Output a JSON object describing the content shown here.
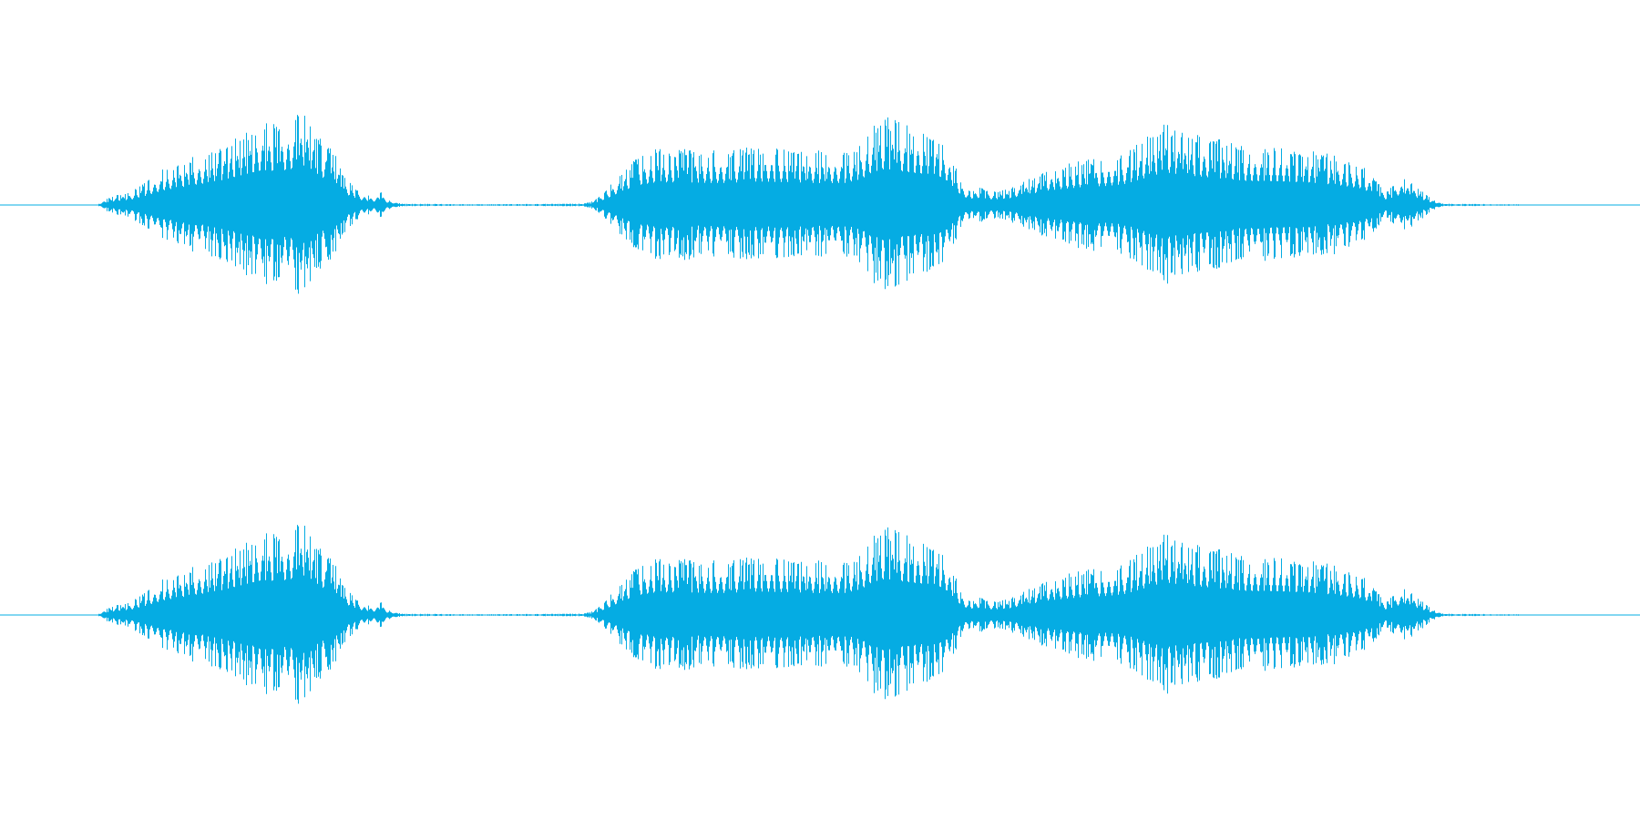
{
  "waveform": {
    "color": "#05ace3",
    "channels": [
      "left",
      "right"
    ],
    "envelope": [
      [
        0.0,
        0.0
      ],
      [
        0.059,
        0.0
      ],
      [
        0.062,
        0.03
      ],
      [
        0.07,
        0.07
      ],
      [
        0.08,
        0.1
      ],
      [
        0.09,
        0.18
      ],
      [
        0.1,
        0.27
      ],
      [
        0.11,
        0.32
      ],
      [
        0.12,
        0.37
      ],
      [
        0.13,
        0.41
      ],
      [
        0.14,
        0.48
      ],
      [
        0.15,
        0.55
      ],
      [
        0.16,
        0.62
      ],
      [
        0.17,
        0.6
      ],
      [
        0.18,
        0.66
      ],
      [
        0.186,
        0.72
      ],
      [
        0.192,
        0.55
      ],
      [
        0.2,
        0.45
      ],
      [
        0.205,
        0.37
      ],
      [
        0.21,
        0.2
      ],
      [
        0.22,
        0.09
      ],
      [
        0.228,
        0.06
      ],
      [
        0.232,
        0.1
      ],
      [
        0.236,
        0.04
      ],
      [
        0.245,
        0.01
      ],
      [
        0.29,
        0.005
      ],
      [
        0.355,
        0.01
      ],
      [
        0.362,
        0.03
      ],
      [
        0.37,
        0.12
      ],
      [
        0.38,
        0.26
      ],
      [
        0.39,
        0.36
      ],
      [
        0.4,
        0.41
      ],
      [
        0.42,
        0.41
      ],
      [
        0.44,
        0.4
      ],
      [
        0.46,
        0.43
      ],
      [
        0.48,
        0.42
      ],
      [
        0.5,
        0.4
      ],
      [
        0.515,
        0.4
      ],
      [
        0.525,
        0.47
      ],
      [
        0.532,
        0.6
      ],
      [
        0.54,
        0.65
      ],
      [
        0.55,
        0.6
      ],
      [
        0.56,
        0.56
      ],
      [
        0.57,
        0.55
      ],
      [
        0.578,
        0.42
      ],
      [
        0.585,
        0.2
      ],
      [
        0.59,
        0.11
      ],
      [
        0.597,
        0.13
      ],
      [
        0.605,
        0.1
      ],
      [
        0.615,
        0.12
      ],
      [
        0.625,
        0.18
      ],
      [
        0.64,
        0.27
      ],
      [
        0.66,
        0.33
      ],
      [
        0.675,
        0.35
      ],
      [
        0.685,
        0.38
      ],
      [
        0.7,
        0.51
      ],
      [
        0.71,
        0.6
      ],
      [
        0.72,
        0.55
      ],
      [
        0.74,
        0.49
      ],
      [
        0.76,
        0.43
      ],
      [
        0.78,
        0.42
      ],
      [
        0.8,
        0.4
      ],
      [
        0.815,
        0.36
      ],
      [
        0.83,
        0.3
      ],
      [
        0.84,
        0.16
      ],
      [
        0.845,
        0.1
      ],
      [
        0.855,
        0.2
      ],
      [
        0.862,
        0.15
      ],
      [
        0.872,
        0.05
      ],
      [
        0.88,
        0.01
      ],
      [
        0.93,
        0.004
      ],
      [
        0.94,
        0.0
      ],
      [
        1.0,
        0.0
      ]
    ]
  }
}
